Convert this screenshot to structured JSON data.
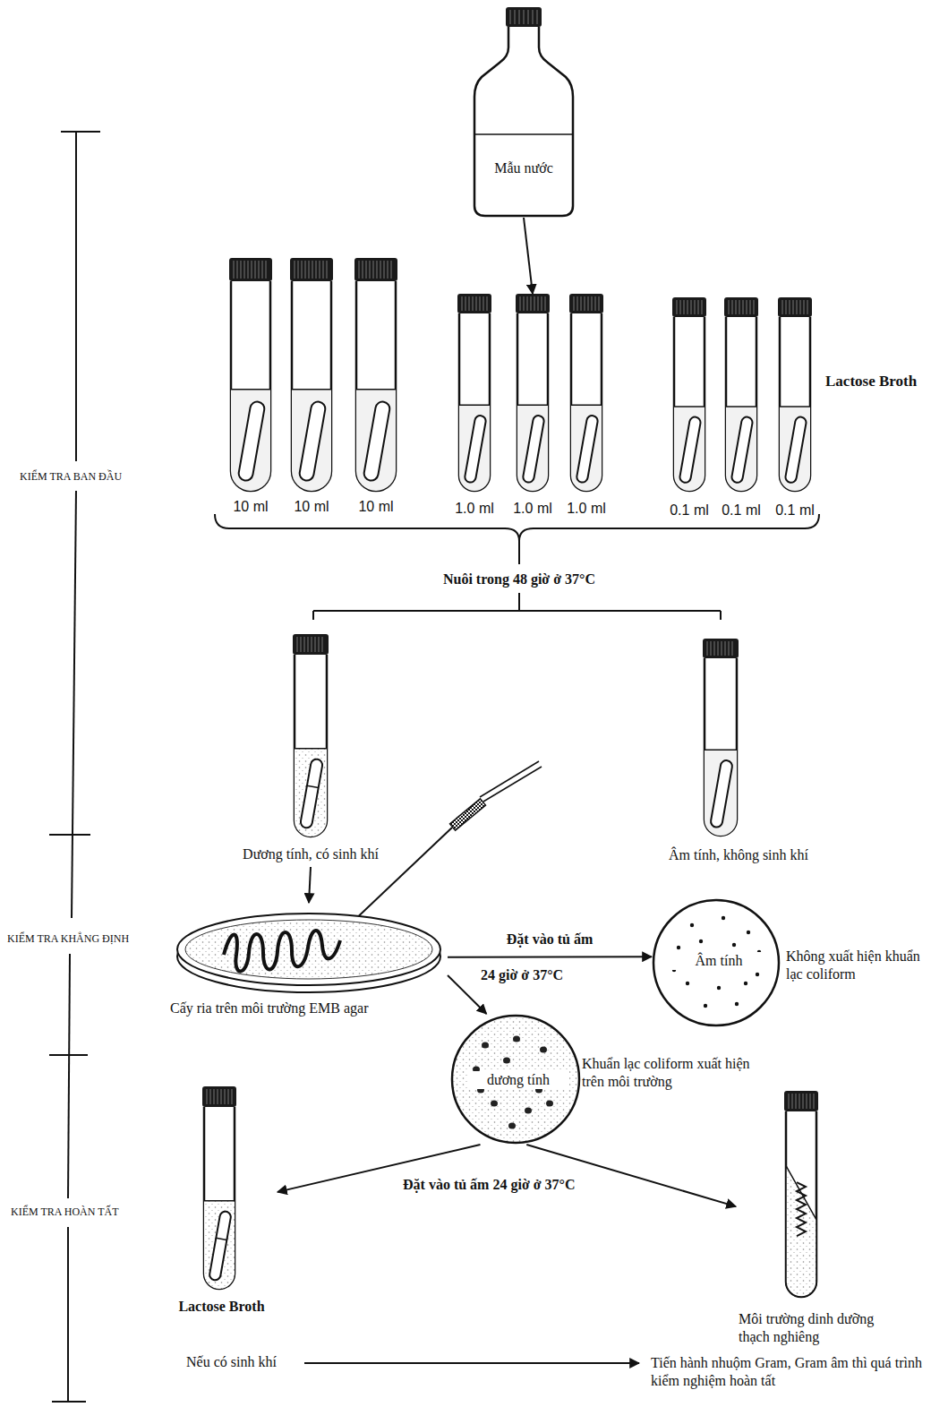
{
  "diagram": {
    "nodes": [
      {
        "text": [
          "Mẫu nước"
        ]
      },
      {
        "text": [
          "10 ml"
        ]
      },
      {
        "text": [
          "10 ml"
        ]
      },
      {
        "text": [
          "10 ml"
        ]
      },
      {
        "text": [
          "1.0 ml"
        ]
      },
      {
        "text": [
          "1.0 ml"
        ]
      },
      {
        "text": [
          "1.0 ml"
        ]
      },
      {
        "text": [
          "0.1 ml"
        ]
      },
      {
        "text": [
          "0.1 ml"
        ]
      },
      {
        "text": [
          "0.1 ml"
        ]
      },
      {
        "text": [
          "Dương tính, có sinh khí"
        ]
      },
      {
        "text": [
          "Âm tính, không sinh khí"
        ]
      },
      {
        "text": [
          "Cấy ria trên môi trường EMB agar"
        ]
      },
      {
        "text": [
          "Âm tính",
          "Không xuất hiện khuẩn lạc coliform"
        ]
      },
      {
        "text": [
          "dương tính",
          "Khuẩn lạc coliform xuất hiện trên môi trường"
        ]
      },
      {
        "text": [
          "Lactose Broth"
        ]
      },
      {
        "text": [
          "Môi trường dinh dưỡng thạch nghiêng"
        ]
      }
    ],
    "edges": [
      {
        "from": 0,
        "to": 5,
        "arrow": "to"
      },
      {
        "from": 10,
        "to": 12,
        "arrow": "to"
      },
      {
        "from": 12,
        "to": 13,
        "label": "Đặt vào tủ ấm",
        "arrow": "to"
      },
      {
        "from": 12,
        "to": 14,
        "arrow": "to"
      },
      {
        "from": 14,
        "to": 15,
        "arrow": "to"
      },
      {
        "from": 14,
        "to": 16,
        "arrow": "to"
      }
    ],
    "labels": [
      "Lactose Broth",
      "Nuôi trong 48 giờ ở 37°C",
      "24 giờ ở 37°C",
      "Đặt vào tủ ấm 24 giờ ở 37°C",
      "Nếu có sinh khí",
      "Tiến hành nhuộm Gram, Gram âm thì quá trình kiểm nghiệm hoàn tất",
      "KIỂM TRA BAN ĐẦU",
      "KIỂM TRA KHẲNG ĐỊNH",
      "KIỂM TRA HOÀN TẤT"
    ]
  }
}
